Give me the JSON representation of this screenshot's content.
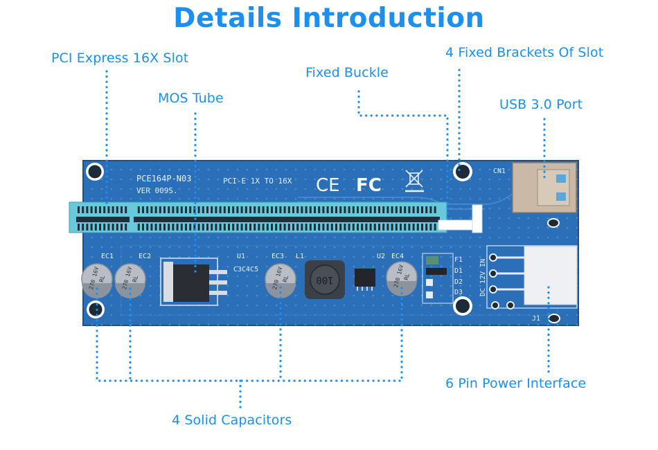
{
  "title": "Details Introduction",
  "callouts": {
    "pci_slot": "PCI Express 16X Slot",
    "mos_tube": "MOS Tube",
    "fixed_buckle": "Fixed Buckle",
    "fixed_brackets": "4 Fixed Brackets Of Slot",
    "usb_port": "USB 3.0 Port",
    "power_interface": "6 Pin Power Interface",
    "capacitors": "4 Solid Capacitors"
  },
  "board": {
    "model": "PCE164P-N03",
    "version": "VER  009S.",
    "slot_text": "PCI-E  1X  TO  16X",
    "ce_mark": "CE",
    "fcc_mark": "FC",
    "cn1": "CN1",
    "ec1": "EC1",
    "ec2": "EC2",
    "ec3": "EC3",
    "ec4": "EC4",
    "u1": "U1",
    "u2": "U2",
    "l1": "L1",
    "c3c4c5": "C3C4C5",
    "inductor_value": "100",
    "cap_marking": "270 16V",
    "cap_brand": "RL",
    "f1": "F1",
    "d1": "D1",
    "d2": "D2",
    "d3": "D3",
    "dc12v": "DC 12V IN",
    "j1": "J1"
  },
  "colors": {
    "accent": "#1c8ff0",
    "pcb": "#2a6fb8",
    "pcb_dark": "#1f5a9c",
    "slot": "#67c9d9",
    "usb": "#c9b9a6"
  }
}
